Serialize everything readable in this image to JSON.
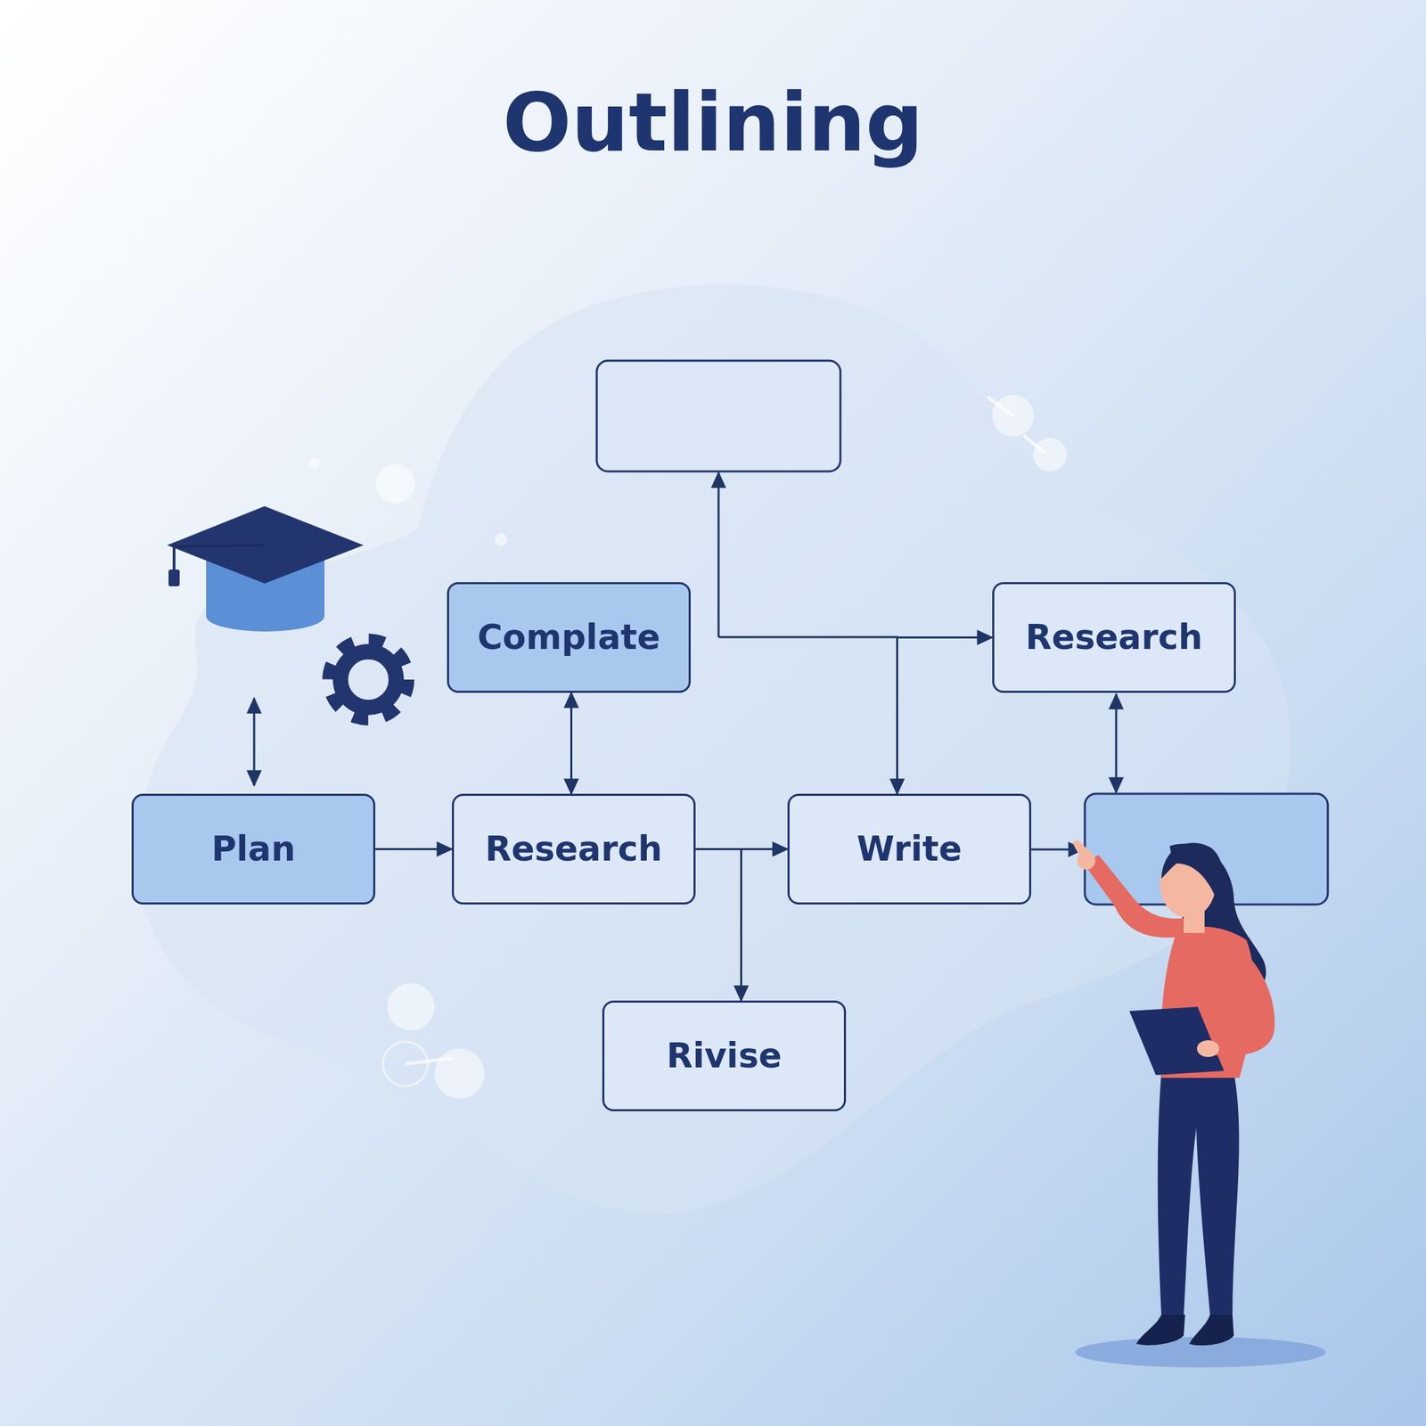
{
  "diagram": {
    "title": "Outlining",
    "nodes": [
      {
        "text": [
          "Complate"
        ]
      },
      {
        "text": [
          "Research"
        ]
      },
      {
        "text": [
          "Plan"
        ]
      },
      {
        "text": [
          "Research"
        ]
      },
      {
        "text": [
          "Write"
        ]
      },
      {
        "text": [
          "Rivise"
        ]
      }
    ],
    "edges": [
      {
        "from": 2,
        "to": 3,
        "arrow": "to"
      },
      {
        "from": 3,
        "to": 4,
        "arrow": "to"
      },
      {
        "from": 3,
        "to": 5,
        "arrow": "to"
      },
      {
        "from": 0,
        "to": 3,
        "arrow": "both"
      },
      {
        "from": 4,
        "to": 1,
        "arrow": "both"
      }
    ]
  }
}
